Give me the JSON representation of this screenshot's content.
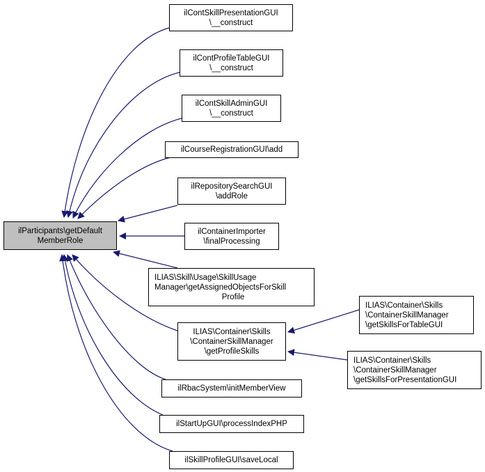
{
  "diagram": {
    "type": "call-graph",
    "edge_color": "#191970",
    "root_fill": "#bfbfbf",
    "root": {
      "id": "root",
      "lines": [
        "ilParticipants\\getDefault",
        "MemberRole"
      ]
    },
    "nodes": [
      {
        "id": "n1",
        "lines": [
          "ilContSkillPresentationGUI",
          "\\__construct"
        ]
      },
      {
        "id": "n2",
        "lines": [
          "ilContProfileTableGUI",
          "\\__construct"
        ]
      },
      {
        "id": "n3",
        "lines": [
          "ilContSkillAdminGUI",
          "\\__construct"
        ]
      },
      {
        "id": "n4",
        "lines": [
          "ilCourseRegistrationGUI\\add"
        ]
      },
      {
        "id": "n5",
        "lines": [
          "ilRepositorySearchGUI",
          "\\addRole"
        ]
      },
      {
        "id": "n6",
        "lines": [
          "ilContainerImporter",
          "\\finalProcessing"
        ]
      },
      {
        "id": "n7",
        "lines": [
          "ILIAS\\Skill\\Usage\\SkillUsage",
          "Manager\\getAssignedObjectsForSkill",
          "Profile"
        ]
      },
      {
        "id": "n8",
        "lines": [
          "ILIAS\\Container\\Skills",
          "\\ContainerSkillManager",
          "\\getProfileSkills"
        ]
      },
      {
        "id": "n9",
        "lines": [
          "ilRbacSystem\\initMemberView"
        ]
      },
      {
        "id": "n10",
        "lines": [
          "ilStartUpGUI\\processIndexPHP"
        ]
      },
      {
        "id": "n11",
        "lines": [
          "ilSkillProfileGUI\\saveLocal"
        ]
      },
      {
        "id": "n12",
        "lines": [
          "ILIAS\\Container\\Skills",
          "\\ContainerSkillManager",
          "\\getSkillsForTableGUI"
        ]
      },
      {
        "id": "n13",
        "lines": [
          "ILIAS\\Container\\Skills",
          "\\ContainerSkillManager",
          "\\getSkillsForPresentationGUI"
        ]
      }
    ],
    "edges": [
      {
        "from": "n1",
        "to": "root"
      },
      {
        "from": "n2",
        "to": "root"
      },
      {
        "from": "n3",
        "to": "root"
      },
      {
        "from": "n4",
        "to": "root"
      },
      {
        "from": "n5",
        "to": "root"
      },
      {
        "from": "n6",
        "to": "root"
      },
      {
        "from": "n7",
        "to": "root"
      },
      {
        "from": "n8",
        "to": "root"
      },
      {
        "from": "n9",
        "to": "root"
      },
      {
        "from": "n10",
        "to": "root"
      },
      {
        "from": "n11",
        "to": "root"
      },
      {
        "from": "n12",
        "to": "n8"
      },
      {
        "from": "n13",
        "to": "n8"
      }
    ]
  }
}
